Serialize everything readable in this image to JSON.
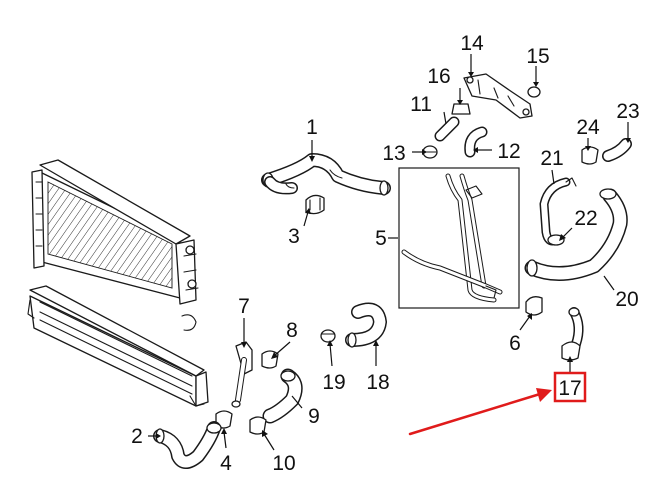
{
  "diagram": {
    "callouts": [
      {
        "id": "1",
        "text": "1"
      },
      {
        "id": "2",
        "text": "2"
      },
      {
        "id": "3",
        "text": "3"
      },
      {
        "id": "4",
        "text": "4"
      },
      {
        "id": "5",
        "text": "5"
      },
      {
        "id": "6",
        "text": "6"
      },
      {
        "id": "7",
        "text": "7"
      },
      {
        "id": "8",
        "text": "8"
      },
      {
        "id": "9",
        "text": "9"
      },
      {
        "id": "10",
        "text": "10"
      },
      {
        "id": "11",
        "text": "11"
      },
      {
        "id": "12",
        "text": "12"
      },
      {
        "id": "13",
        "text": "13"
      },
      {
        "id": "14",
        "text": "14"
      },
      {
        "id": "15",
        "text": "15"
      },
      {
        "id": "16",
        "text": "16"
      },
      {
        "id": "17",
        "text": "17"
      },
      {
        "id": "18",
        "text": "18"
      },
      {
        "id": "19",
        "text": "19"
      },
      {
        "id": "20",
        "text": "20"
      },
      {
        "id": "21",
        "text": "21"
      },
      {
        "id": "22",
        "text": "22"
      },
      {
        "id": "23",
        "text": "23"
      },
      {
        "id": "24",
        "text": "24"
      }
    ],
    "highlighted_part": "17",
    "highlight_color": "#e01b1b",
    "line_color": "#1a1a1a",
    "background": "#ffffff"
  }
}
